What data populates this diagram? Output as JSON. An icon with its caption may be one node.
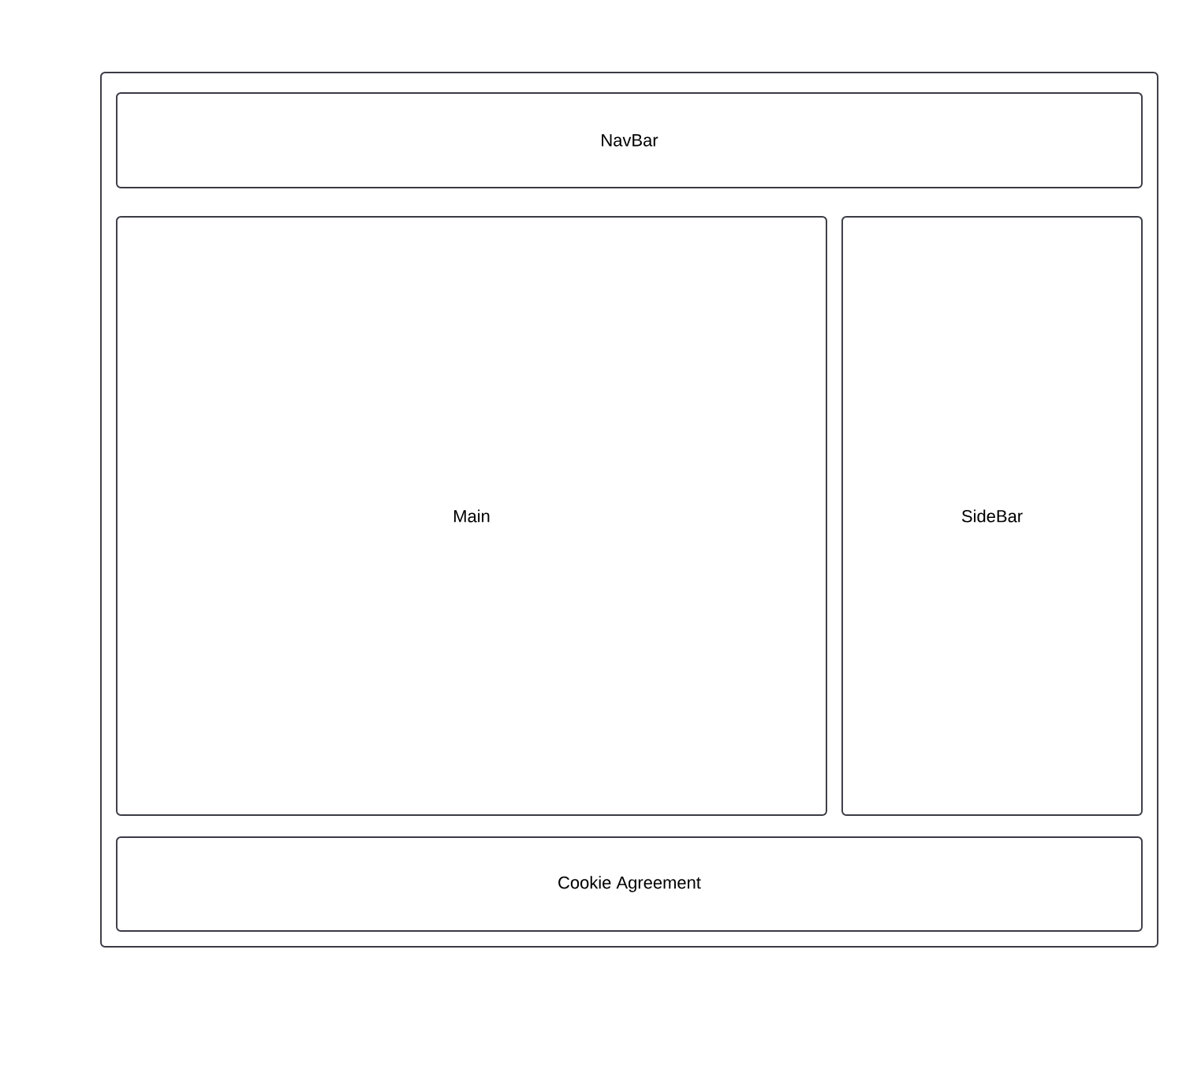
{
  "diagram": {
    "nodes": [
      {
        "text": [],
        "shape": "box"
      },
      {
        "text": [
          "NavBar"
        ],
        "in": 0
      },
      {
        "text": [
          "Main"
        ],
        "in": 0
      },
      {
        "text": [
          "SideBar"
        ],
        "in": 0
      },
      {
        "text": [
          "Cookie Agreement"
        ],
        "in": 0
      }
    ]
  }
}
